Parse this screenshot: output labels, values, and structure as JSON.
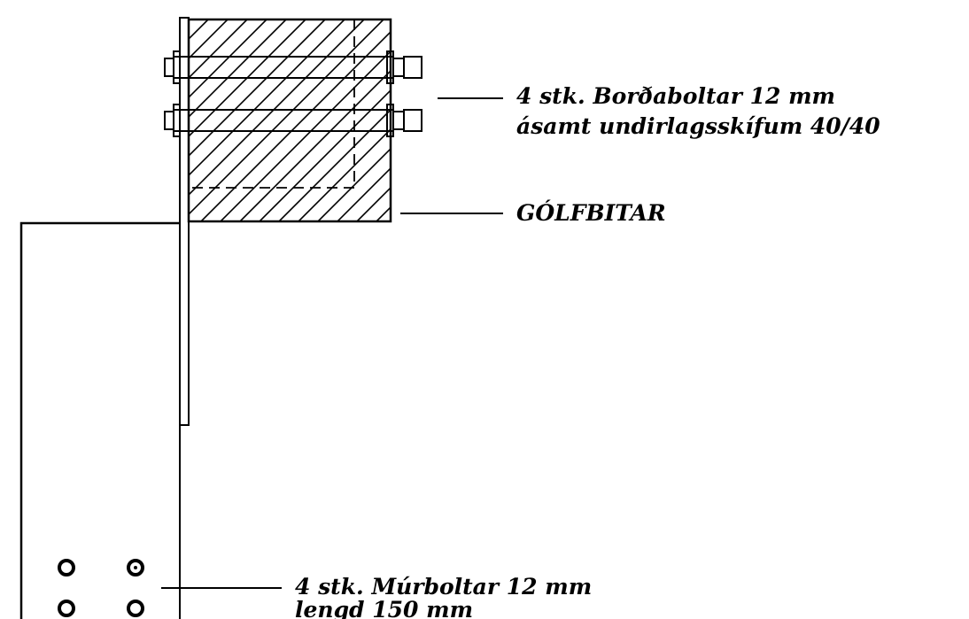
{
  "labels": {
    "bolts_line1": "4 stk. Borðaboltar 12 mm",
    "bolts_line2": "ásamt undirlagsskífum 40/40",
    "joists": "GÓLFBITAR",
    "anchor_line1": "4 stk. Múrboltar 12 mm",
    "anchor_line2": "lengd 150 mm"
  },
  "colors": {
    "ink": "#000000",
    "paper": "#ffffff"
  }
}
